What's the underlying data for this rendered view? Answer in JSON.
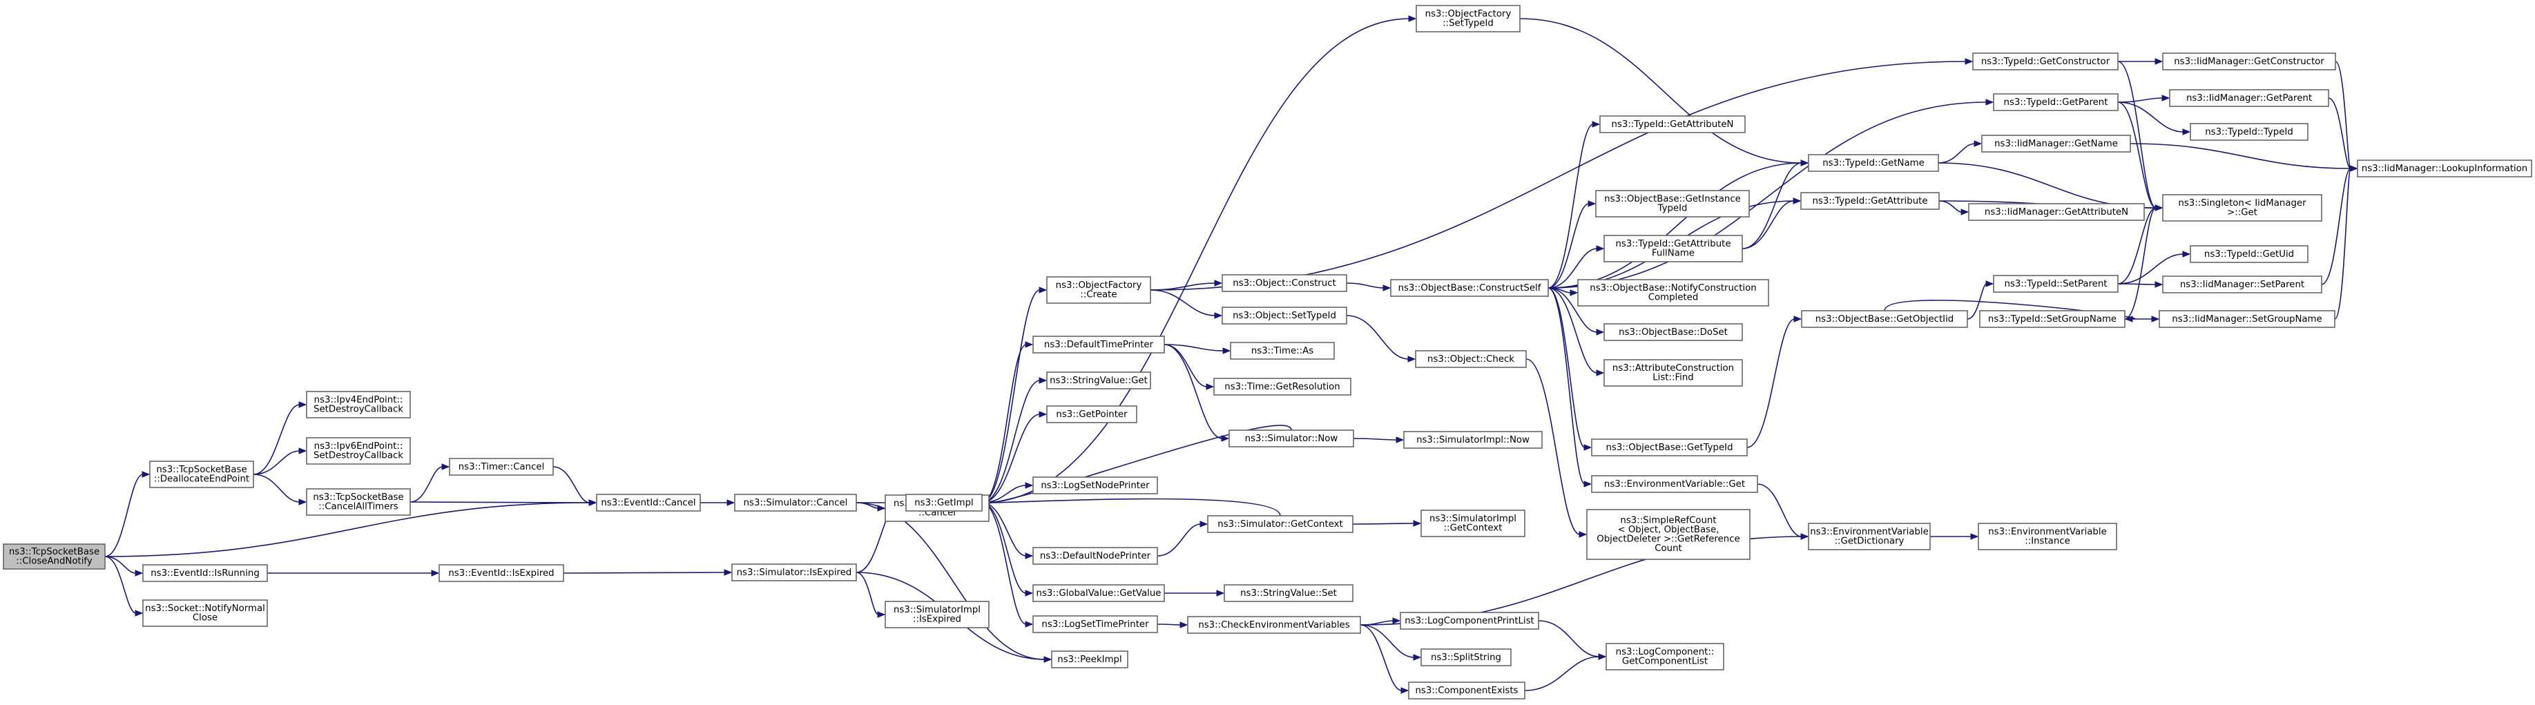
{
  "graph": {
    "edge_color": "#191970",
    "node_border_color": "#666666",
    "root_fill_color": "#bfbfbf",
    "node_fill_color": "#ffffff",
    "nodes": [
      {
        "id": "root",
        "lines": [
          "ns3::TcpSocketBase",
          "::CloseAndNotify"
        ],
        "root": true
      },
      {
        "id": "dealloc",
        "lines": [
          "ns3::TcpSocketBase",
          "::DeallocateEndPoint"
        ]
      },
      {
        "id": "isrunning",
        "lines": [
          "ns3::EventId::IsRunning"
        ]
      },
      {
        "id": "notifyclose",
        "lines": [
          "ns3::Socket::NotifyNormal",
          "Close"
        ]
      },
      {
        "id": "ipv4cb",
        "lines": [
          "ns3::Ipv4EndPoint::",
          "SetDestroyCallback"
        ]
      },
      {
        "id": "ipv6cb",
        "lines": [
          "ns3::Ipv6EndPoint::",
          "SetDestroyCallback"
        ]
      },
      {
        "id": "cancelall",
        "lines": [
          "ns3::TcpSocketBase",
          "::CancelAllTimers"
        ]
      },
      {
        "id": "timercancel",
        "lines": [
          "ns3::Timer::Cancel"
        ]
      },
      {
        "id": "eventcancel",
        "lines": [
          "ns3::EventId::Cancel"
        ]
      },
      {
        "id": "isexpired",
        "lines": [
          "ns3::EventId::IsExpired"
        ]
      },
      {
        "id": "simcancel",
        "lines": [
          "ns3::Simulator::Cancel"
        ]
      },
      {
        "id": "simisexpired",
        "lines": [
          "ns3::Simulator::IsExpired"
        ]
      },
      {
        "id": "simimplcancel",
        "lines": [
          "ns3::SimulatorImpl",
          "::Cancel"
        ]
      },
      {
        "id": "simimplisexpired",
        "lines": [
          "ns3::SimulatorImpl",
          "::IsExpired"
        ]
      },
      {
        "id": "getimpl",
        "lines": [
          "ns3::GetImpl"
        ]
      },
      {
        "id": "peekimpl",
        "lines": [
          "ns3::PeekImpl"
        ]
      },
      {
        "id": "setTypeId",
        "lines": [
          "ns3::ObjectFactory",
          "::SetTypeId"
        ]
      },
      {
        "id": "ofcreate",
        "lines": [
          "ns3::ObjectFactory",
          "::Create"
        ]
      },
      {
        "id": "deftimeprinter",
        "lines": [
          "ns3::DefaultTimePrinter"
        ]
      },
      {
        "id": "stringvalueget",
        "lines": [
          "ns3::StringValue::Get"
        ]
      },
      {
        "id": "getpointer",
        "lines": [
          "ns3::GetPointer"
        ]
      },
      {
        "id": "logsetnode",
        "lines": [
          "ns3::LogSetNodePrinter"
        ]
      },
      {
        "id": "defnodeprinter",
        "lines": [
          "ns3::DefaultNodePrinter"
        ]
      },
      {
        "id": "globalvalue",
        "lines": [
          "ns3::GlobalValue::GetValue"
        ]
      },
      {
        "id": "logsettime",
        "lines": [
          "ns3::LogSetTimePrinter"
        ]
      },
      {
        "id": "objconstruct",
        "lines": [
          "ns3::Object::Construct"
        ]
      },
      {
        "id": "objsettypeid",
        "lines": [
          "ns3::Object::SetTypeId"
        ]
      },
      {
        "id": "timeas",
        "lines": [
          "ns3::Time::As"
        ]
      },
      {
        "id": "timegetres",
        "lines": [
          "ns3::Time::GetResolution"
        ]
      },
      {
        "id": "simnow",
        "lines": [
          "ns3::Simulator::Now"
        ]
      },
      {
        "id": "simgetcontext",
        "lines": [
          "ns3::Simulator::GetContext"
        ]
      },
      {
        "id": "stringvalueset",
        "lines": [
          "ns3::StringValue::Set"
        ]
      },
      {
        "id": "checkenv",
        "lines": [
          "ns3::CheckEnvironmentVariables"
        ]
      },
      {
        "id": "objcheck",
        "lines": [
          "ns3::Object::Check"
        ]
      },
      {
        "id": "simimplnow",
        "lines": [
          "ns3::SimulatorImpl::Now"
        ]
      },
      {
        "id": "simimplgetcontext",
        "lines": [
          "ns3::SimulatorImpl",
          "::GetContext"
        ]
      },
      {
        "id": "logcompprint",
        "lines": [
          "ns3::LogComponentPrintList"
        ]
      },
      {
        "id": "splitstring",
        "lines": [
          "ns3::SplitString"
        ]
      },
      {
        "id": "compexists",
        "lines": [
          "ns3::ComponentExists"
        ]
      },
      {
        "id": "logcompgetlist",
        "lines": [
          "ns3::LogComponent::",
          "GetComponentList"
        ]
      },
      {
        "id": "constructself",
        "lines": [
          "ns3::ObjectBase::ConstructSelf"
        ]
      },
      {
        "id": "getattrn",
        "lines": [
          "ns3::TypeId::GetAttributeN"
        ]
      },
      {
        "id": "getinstance",
        "lines": [
          "ns3::ObjectBase::GetInstance",
          "TypeId"
        ]
      },
      {
        "id": "getattrfull",
        "lines": [
          "ns3::TypeId::GetAttribute",
          "FullName"
        ]
      },
      {
        "id": "notifyconstruction",
        "lines": [
          "ns3::ObjectBase::NotifyConstruction",
          "Completed"
        ]
      },
      {
        "id": "dosetobj",
        "lines": [
          "ns3::ObjectBase::DoSet"
        ]
      },
      {
        "id": "attrconstruct",
        "lines": [
          "ns3::AttributeConstruction",
          "List::Find"
        ]
      },
      {
        "id": "obgettypeid",
        "lines": [
          "ns3::ObjectBase::GetTypeId"
        ]
      },
      {
        "id": "envget",
        "lines": [
          "ns3::EnvironmentVariable::Get"
        ]
      },
      {
        "id": "simplerefcount",
        "lines": [
          "ns3::SimpleRefCount",
          "< Object, ObjectBase,",
          "ObjectDeleter >::GetReference",
          "Count"
        ]
      },
      {
        "id": "typeidgetname",
        "lines": [
          "ns3::TypeId::GetName"
        ]
      },
      {
        "id": "typeidgetattr",
        "lines": [
          "ns3::TypeId::GetAttribute"
        ]
      },
      {
        "id": "obgetobjectiid",
        "lines": [
          "ns3::ObjectBase::GetObjectIid"
        ]
      },
      {
        "id": "envgetdict",
        "lines": [
          "ns3::EnvironmentVariable",
          "::GetDictionary"
        ]
      },
      {
        "id": "envinstance",
        "lines": [
          "ns3::EnvironmentVariable",
          "::Instance"
        ]
      },
      {
        "id": "typeidgetconstructor",
        "lines": [
          "ns3::TypeId::GetConstructor"
        ]
      },
      {
        "id": "typeidgetparent",
        "lines": [
          "ns3::TypeId::GetParent"
        ]
      },
      {
        "id": "iidgetname",
        "lines": [
          "ns3::IidManager::GetName"
        ]
      },
      {
        "id": "iidgetattrn",
        "lines": [
          "ns3::IidManager::GetAttributeN"
        ]
      },
      {
        "id": "typeidsetparent",
        "lines": [
          "ns3::TypeId::SetParent"
        ]
      },
      {
        "id": "typeidsetgroup",
        "lines": [
          "ns3::TypeId::SetGroupName"
        ]
      },
      {
        "id": "iidgetconstructor",
        "lines": [
          "ns3::IidManager::GetConstructor"
        ]
      },
      {
        "id": "iidgetparent",
        "lines": [
          "ns3::IidManager::GetParent"
        ]
      },
      {
        "id": "typeidtypeid",
        "lines": [
          "ns3::TypeId::TypeId"
        ]
      },
      {
        "id": "singleton",
        "lines": [
          "ns3::Singleton< IidManager",
          ">::Get"
        ]
      },
      {
        "id": "typeidgetuid",
        "lines": [
          "ns3::TypeId::GetUid"
        ]
      },
      {
        "id": "iidsetparent",
        "lines": [
          "ns3::IidManager::SetParent"
        ]
      },
      {
        "id": "iidsetgroup",
        "lines": [
          "ns3::IidManager::SetGroupName"
        ]
      },
      {
        "id": "iidlookup",
        "lines": [
          "ns3::IidManager::LookupInformation"
        ]
      }
    ]
  }
}
